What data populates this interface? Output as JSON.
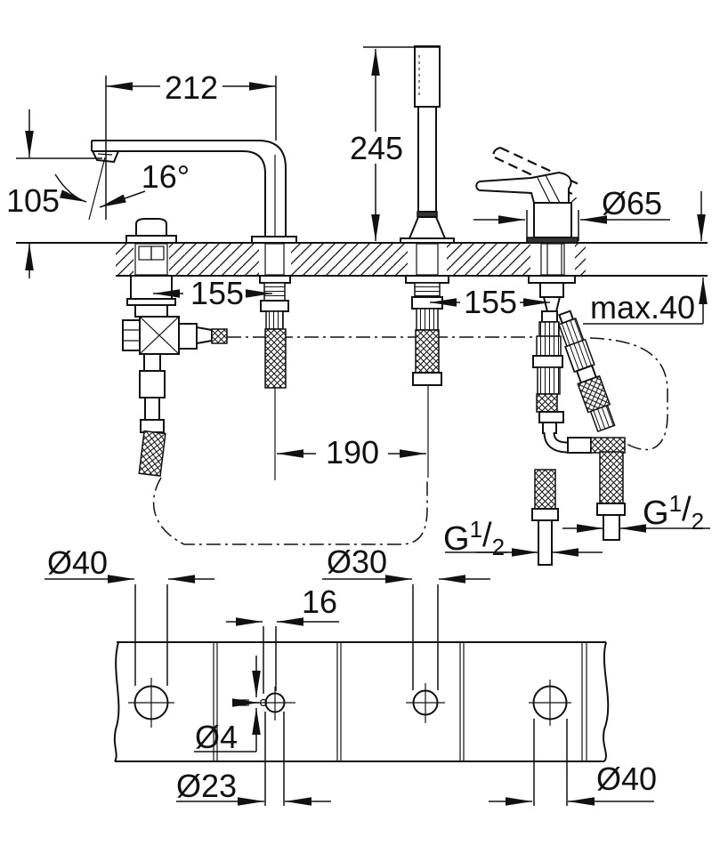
{
  "colors": {
    "ink": "#111111",
    "paper": "#ffffff"
  },
  "side_view": {
    "spout_reach": "212",
    "shower_height": "245",
    "spout_height": "105",
    "spout_angle": "16°",
    "handle_diameter": "Ø65",
    "spacing_left": "155",
    "spacing_right": "155",
    "deck_thickness": "max.40",
    "spacing_center": "190",
    "thread_left": {
      "g": "G",
      "num": "1",
      "slash": "/",
      "den": "2"
    },
    "thread_right": {
      "g": "G",
      "num": "1",
      "slash": "/",
      "den": "2"
    }
  },
  "plan_view": {
    "hole_left_diameter": "Ø40",
    "hole_mid_diameter": "Ø30",
    "pin_offset": "16",
    "pin_hole_diameter": "Ø4",
    "spout_hole_diameter": "Ø23",
    "hole_right_diameter": "Ø40"
  }
}
